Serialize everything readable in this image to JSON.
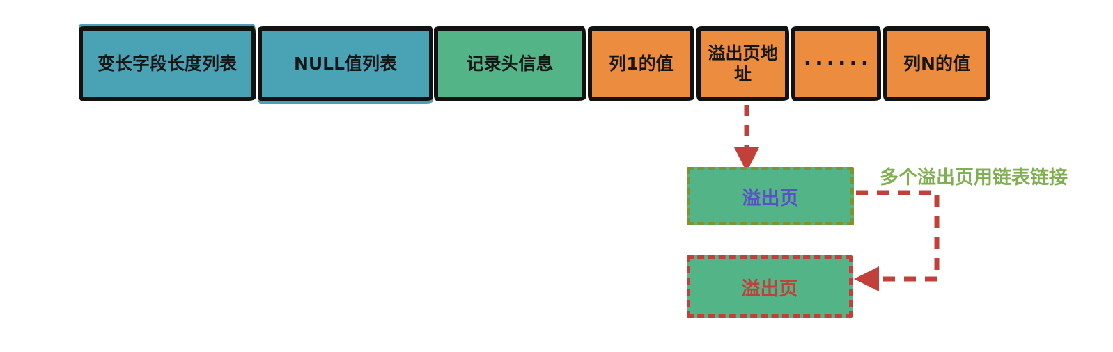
{
  "diagram": {
    "title_hint": "row record structure with overflow pages",
    "record_row": {
      "cells": [
        {
          "label": "变长字段长度列表",
          "color": "#4AA3B5"
        },
        {
          "label": "NULL值列表",
          "color": "#4AA3B5"
        },
        {
          "label": "记录头信息",
          "color": "#53B487"
        },
        {
          "label": "列1的值",
          "color": "#EC8C3F"
        },
        {
          "label": "溢出页地址",
          "color": "#EC8C3F"
        },
        {
          "label": "······",
          "color": "#EC8C3F"
        },
        {
          "label": "列N的值",
          "color": "#EC8C3F"
        }
      ],
      "border_color": "#121212"
    },
    "overflow_pages": [
      {
        "label": "溢出页",
        "fill": "#53B487",
        "border_color": "#7D9431",
        "text_color": "#5B50C8",
        "border_style": "dashed"
      },
      {
        "label": "溢出页",
        "fill": "#53B487",
        "border_color": "#C2403A",
        "text_color": "#C2403A",
        "border_style": "dashed"
      }
    ],
    "annotation": {
      "text": "多个溢出页用链表链接",
      "color": "#7FB04F"
    },
    "connectors": {
      "color": "#C2403A",
      "style": "dashed",
      "down_arrow": "from 溢出页地址 cell to first 溢出页 box",
      "link_arrow": "from first 溢出页 box right side to second 溢出页 box right side"
    }
  }
}
